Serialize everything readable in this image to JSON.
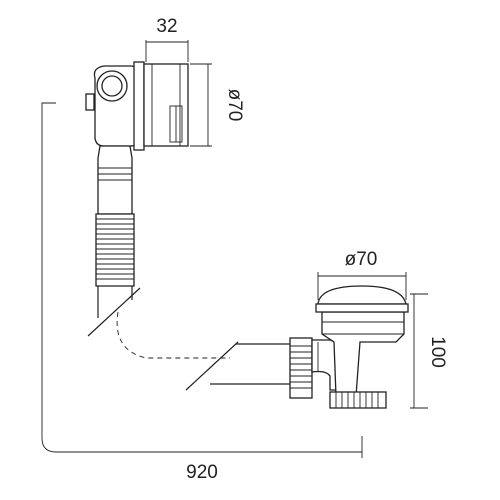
{
  "dimensions": {
    "overflow_width": "32",
    "overflow_diameter": "ø70",
    "waste_diameter": "ø70",
    "waste_height": "100",
    "total_length": "920"
  }
}
